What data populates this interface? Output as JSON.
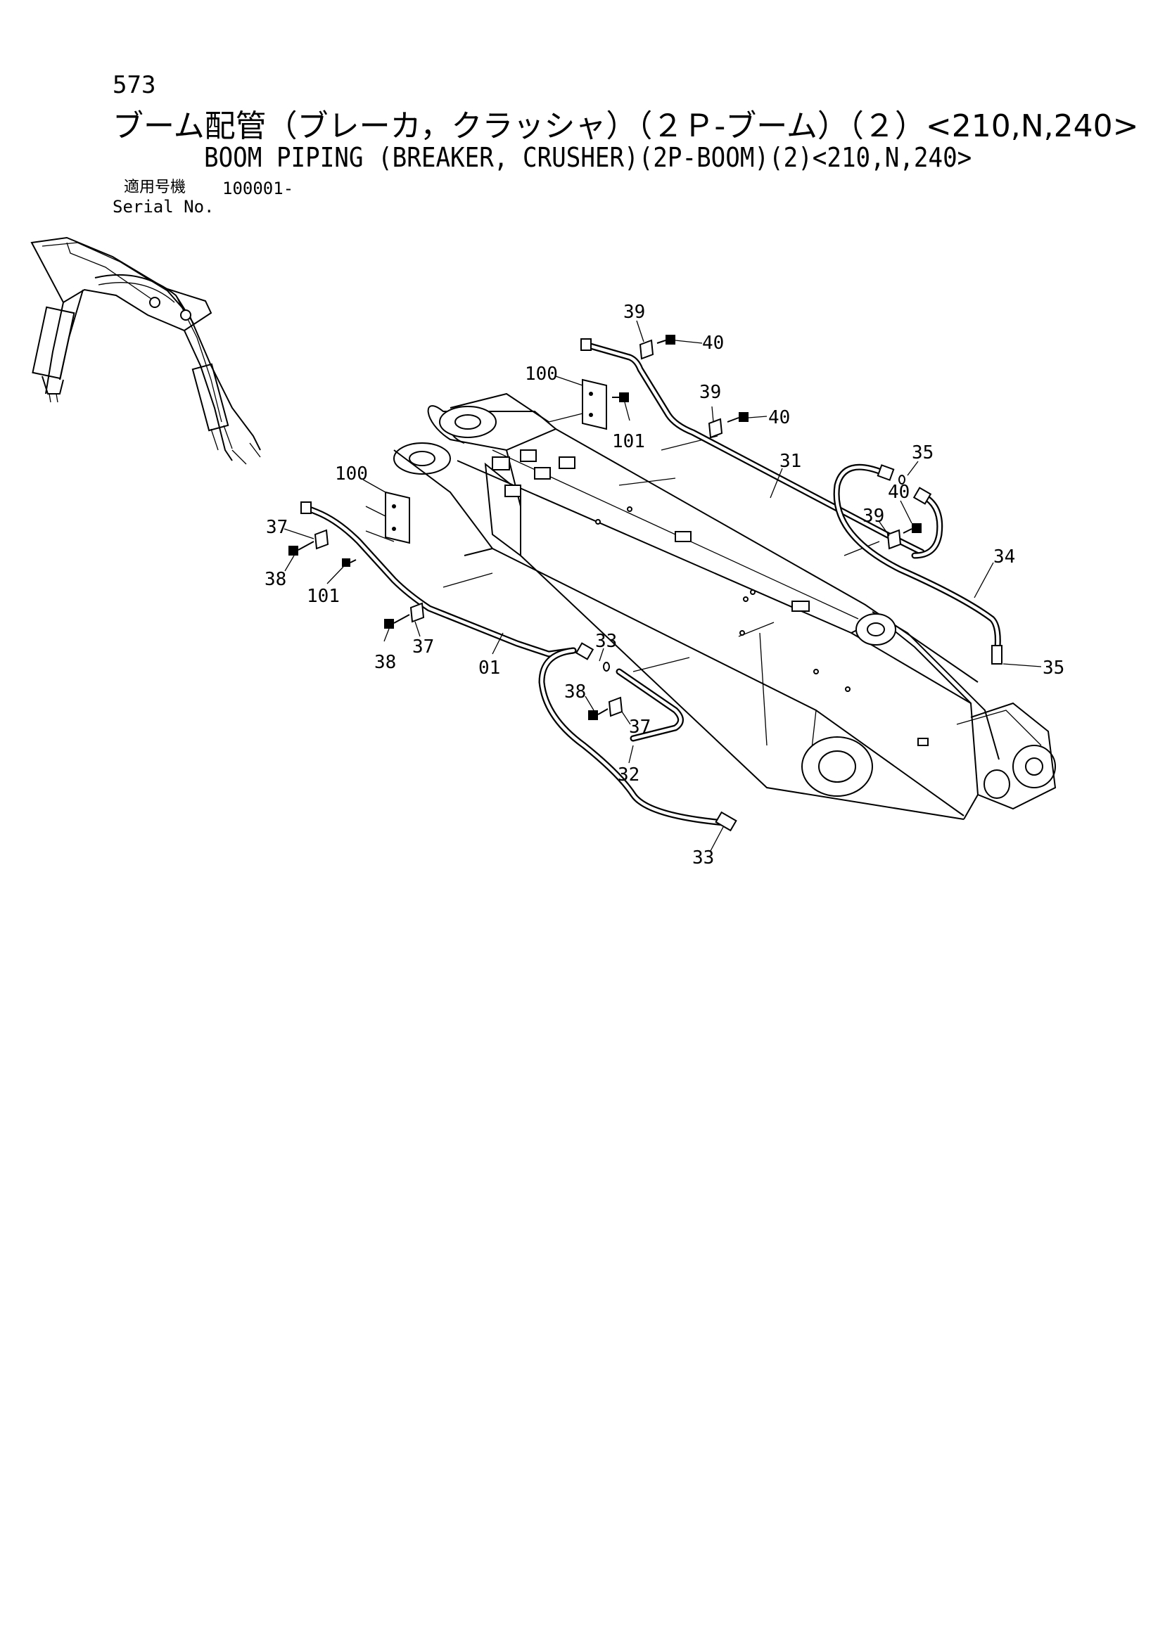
{
  "page_number": "573",
  "title_jp": "ブーム配管（ブレーカ，クラッシャ）（２Ｐ-ブーム）（２）<210,N,240>",
  "title_en": "BOOM PIPING (BREAKER, CRUSHER)(2P-BOOM)(2)<210,N,240>",
  "serial": {
    "label_jp": "適用号機",
    "value": "100001-",
    "label_en": "Serial No."
  },
  "callouts": {
    "c39_top": "39",
    "c40_top": "40",
    "c100_right": "100",
    "c101_right": "101",
    "c39_mid": "39",
    "c40_mid": "40",
    "c31": "31",
    "c35_top": "35",
    "c40_hose": "40",
    "c39_hose": "39",
    "c34": "34",
    "c35_bottom": "35",
    "c100_left": "100",
    "c37_left": "37",
    "c38_left": "38",
    "c101_left": "101",
    "c38_lower": "38",
    "c37_lower": "37",
    "c01": "01",
    "c33_top": "33",
    "c38_hose": "38",
    "c37_hose": "37",
    "c32": "32",
    "c33_bottom": "33"
  }
}
